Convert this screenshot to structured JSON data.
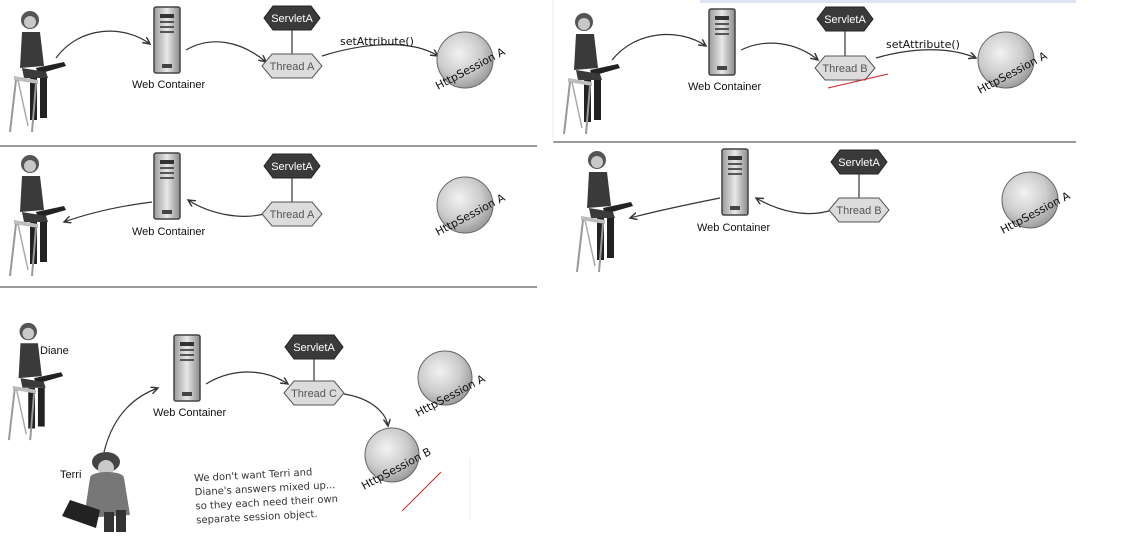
{
  "panels": [
    {
      "web_container": "Web Container",
      "servlet": "ServletA",
      "thread": "Thread A",
      "call": "setAttribute()",
      "session": "HttpSession A"
    },
    {
      "web_container": "Web Container",
      "servlet": "ServletA",
      "thread": "Thread B",
      "call": "setAttribute()",
      "session": "HttpSession A"
    },
    {
      "web_container": "Web Container",
      "servlet": "ServletA",
      "thread": "Thread A",
      "session": "HttpSession A"
    },
    {
      "web_container": "Web Container",
      "servlet": "ServletA",
      "thread": "Thread B",
      "session": "HttpSession A"
    },
    {
      "web_container": "Web Container",
      "servlet": "ServletA",
      "thread": "Thread C",
      "session_a": "HttpSession A",
      "session_b": "HttpSession B",
      "user_1": "Diane",
      "user_2": "Terri",
      "note": [
        "We don't want Terri and",
        "Diane's answers mixed up...",
        "so they each need their own",
        "separate session object."
      ]
    }
  ],
  "colors": {
    "divider": "#333333",
    "highlight_bar": "#dbe6f2",
    "underline": "#cc2222",
    "hex_dark": "#3a3a3a",
    "hex_light": "#dcdcdc",
    "sphere": "#cfcfcf"
  }
}
